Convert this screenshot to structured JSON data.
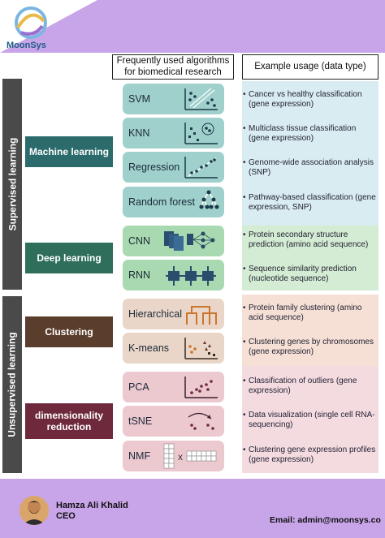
{
  "brand": {
    "name": "MoonSys"
  },
  "headers": {
    "algorithms": "Frequently used algorithms for biomedical research",
    "examples": "Example usage (data type)"
  },
  "sections": {
    "supervised": "Supervised learning",
    "unsupervised": "Unsupervised learning"
  },
  "categories": {
    "machine_learning": "Machine learning",
    "deep_learning": "Deep learning",
    "clustering": "Clustering",
    "dimensionality_reduction": "dimensionality reduction"
  },
  "algorithms": {
    "svm": "SVM",
    "knn": "KNN",
    "regression": "Regression",
    "random_forest": "Random forest",
    "cnn": "CNN",
    "rnn": "RNN",
    "hierarchical": "Hierarchical",
    "kmeans": "K-means",
    "pca": "PCA",
    "tsne": "tSNE",
    "nmf": "NMF",
    "nmf_x": "X"
  },
  "examples": {
    "svm": "Cancer vs healthy classification (gene expression)",
    "knn": "Multiclass tissue classification (gene expression)",
    "regression": "Genome-wide association analysis (SNP)",
    "random_forest": "Pathway-based classification (gene expression, SNP)",
    "cnn": "Protein secondary structure prediction (amino acid sequence)",
    "rnn": "Sequence similarity prediction (nucleotide sequence)",
    "hierarchical": "Protein family clustering (amino acid sequence)",
    "kmeans": "Clustering genes by chromosomes (gene expression)",
    "pca": "Classification of outliers (gene expression)",
    "tsne": "Data visualization (single cell RNA-sequencing)",
    "nmf": "Clustering gene expression profiles (gene expression)"
  },
  "footer": {
    "name": "Hamza Ali Khalid",
    "role": "CEO",
    "email": "Email: admin@moonsys.co"
  },
  "colors": {
    "teal_box": "#9fd0cc",
    "teal_dark": "#2b6b6b",
    "green_box": "#a8d9b0",
    "green_dark": "#2e6e5a",
    "brown_box": "#ead6c8",
    "brown_dark": "#5a3d2b",
    "pink_box": "#ecc8cf",
    "maroon_dark": "#6e2a3c",
    "purple_band": "#c8a4e8"
  },
  "icons": [
    "svm-scatter-icon",
    "knn-cluster-icon",
    "regression-line-icon",
    "random-forest-tree-icon",
    "cnn-layers-icon",
    "rnn-chain-icon",
    "dendrogram-icon",
    "kmeans-cluster-icon",
    "pca-scatter-icon",
    "tsne-arrow-icon",
    "nmf-matrix-icon"
  ]
}
